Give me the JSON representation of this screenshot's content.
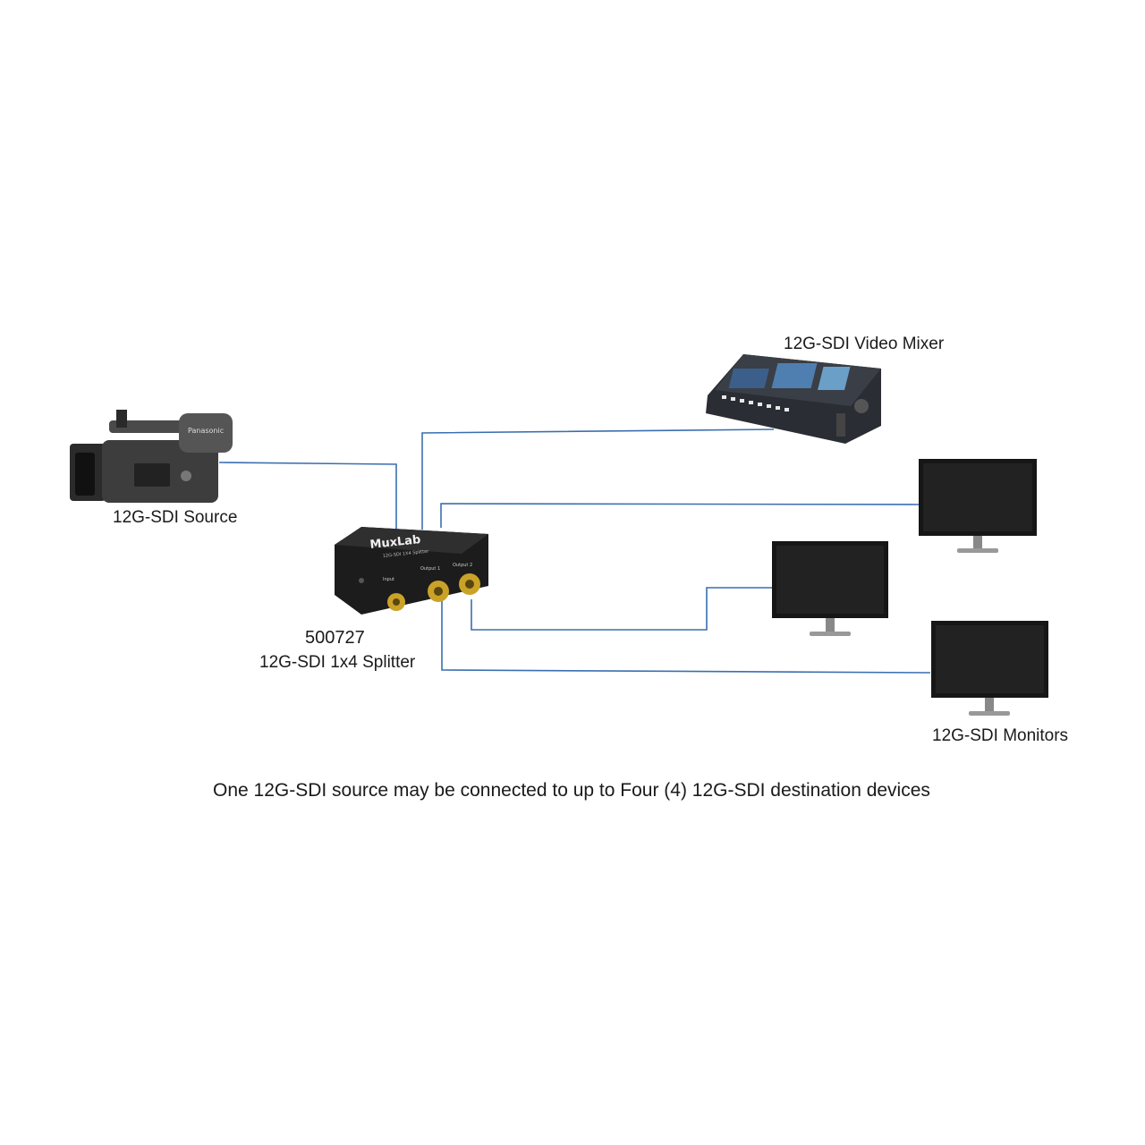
{
  "labels": {
    "mixer": "12G-SDI Video Mixer",
    "source": "12G-SDI Source",
    "model": "500727",
    "splitter": "12G-SDI 1x4 Splitter",
    "monitors": "12G-SDI Monitors"
  },
  "caption": "One 12G-SDI source may be connected to up to Four (4) 12G-SDI destination devices",
  "device_text": {
    "camera_brand": "Panasonic",
    "splitter_brand": "MuxLab",
    "splitter_model_print": "12G-SDI 1X4 Splitter",
    "port_input": "Input",
    "port_output1": "Output 1",
    "port_output2": "Output 2"
  },
  "colors": {
    "wire": "#3a6fb0",
    "device": "#1c1c1c",
    "gold": "#c9a227"
  }
}
